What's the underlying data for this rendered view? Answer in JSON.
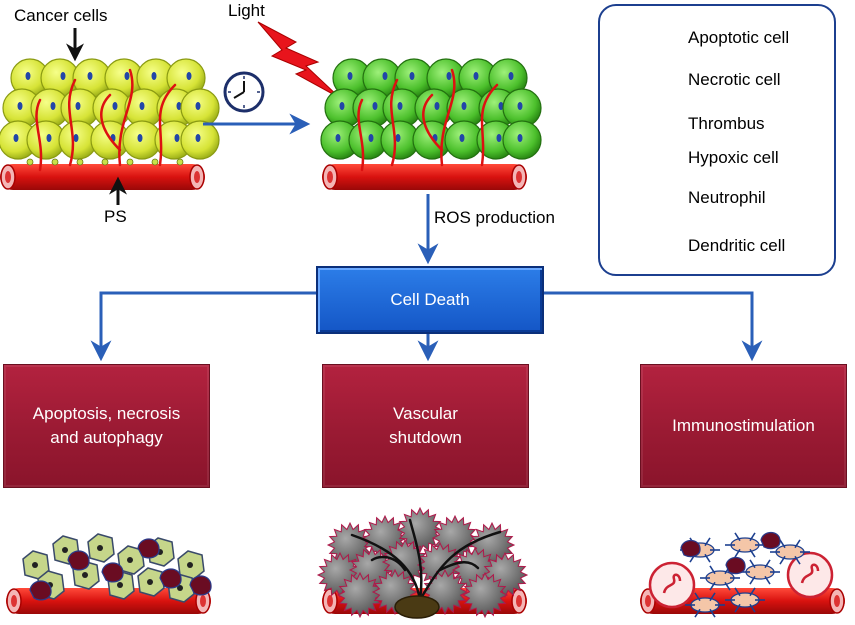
{
  "labels": {
    "cancer_cells": "Cancer cells",
    "light": "Light",
    "ps": "PS",
    "ros_production": "ROS production",
    "cell_death": "Cell Death"
  },
  "outcomes": [
    {
      "label": "Apoptosis, necrosis\nand autophagy"
    },
    {
      "label": "Vascular\nshutdown"
    },
    {
      "label": "Immunostimulation"
    }
  ],
  "legend": [
    {
      "label": "Apoptotic cell",
      "icon": "apoptotic-cell-icon"
    },
    {
      "label": "Necrotic cell",
      "icon": "necrotic-cell-icon"
    },
    {
      "label": "Thrombus",
      "icon": "thrombus-icon"
    },
    {
      "label": "Hypoxic cell",
      "icon": "hypoxic-cell-icon"
    },
    {
      "label": "Neutrophil",
      "icon": "neutrophil-icon"
    },
    {
      "label": "Dendritic cell",
      "icon": "dendritic-cell-icon"
    }
  ],
  "colors": {
    "arrow_blue": "#2a5fb8",
    "outcome_red": "#a01c36",
    "cell_death_blue": "#1a64d6",
    "vessel_red": "#e01818",
    "cancer_yellow": "#dce83a",
    "treated_green": "#4ec02a"
  }
}
